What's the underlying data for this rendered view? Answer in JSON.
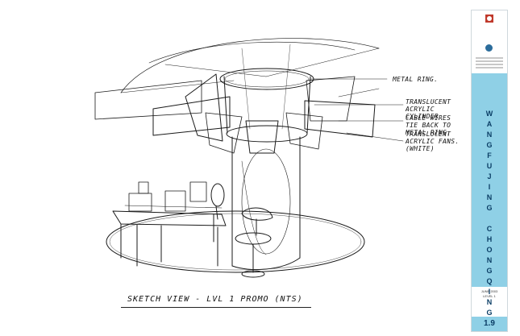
{
  "drawing": {
    "caption": "SKETCH VIEW - LVL 1 PROMO   (NTS)"
  },
  "annotations": [
    {
      "id": "metal-ring",
      "text": "METAL RING."
    },
    {
      "id": "acrylic-cylinder",
      "text": "TRANSLUCENT ACRYLIC CYLINDER"
    },
    {
      "id": "cable-wires",
      "text": "CABLE WIRES TIE BACK TO METAL RING."
    },
    {
      "id": "acrylic-fans",
      "text": "TRANSLUCENT ACRYLIC FANS. (WHITE)"
    }
  ],
  "title_block": {
    "project_vertical": [
      "W",
      "A",
      "N",
      "G",
      "F",
      "U",
      "J",
      "I",
      "N",
      "G",
      "",
      "C",
      "H",
      "O",
      "N",
      "G",
      "Q",
      "I",
      "N",
      "G"
    ],
    "date": "JUNE 2003",
    "level": "LEVEL 1",
    "sheet_number": "1.9"
  },
  "colors": {
    "strip": "#8fd0e6",
    "title_text": "#0b3e66",
    "ink": "#111111"
  }
}
